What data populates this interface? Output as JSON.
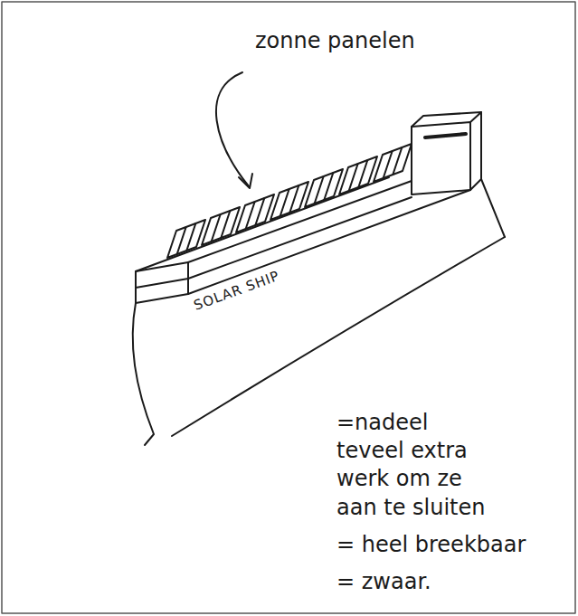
{
  "diagram": {
    "labels": [
      "zonne panelen",
      "SOLAR SHIP",
      "=nadeel teveel extra werk om ze aan te sluiten",
      "= heel breekbaar",
      "= zwaar."
    ]
  }
}
